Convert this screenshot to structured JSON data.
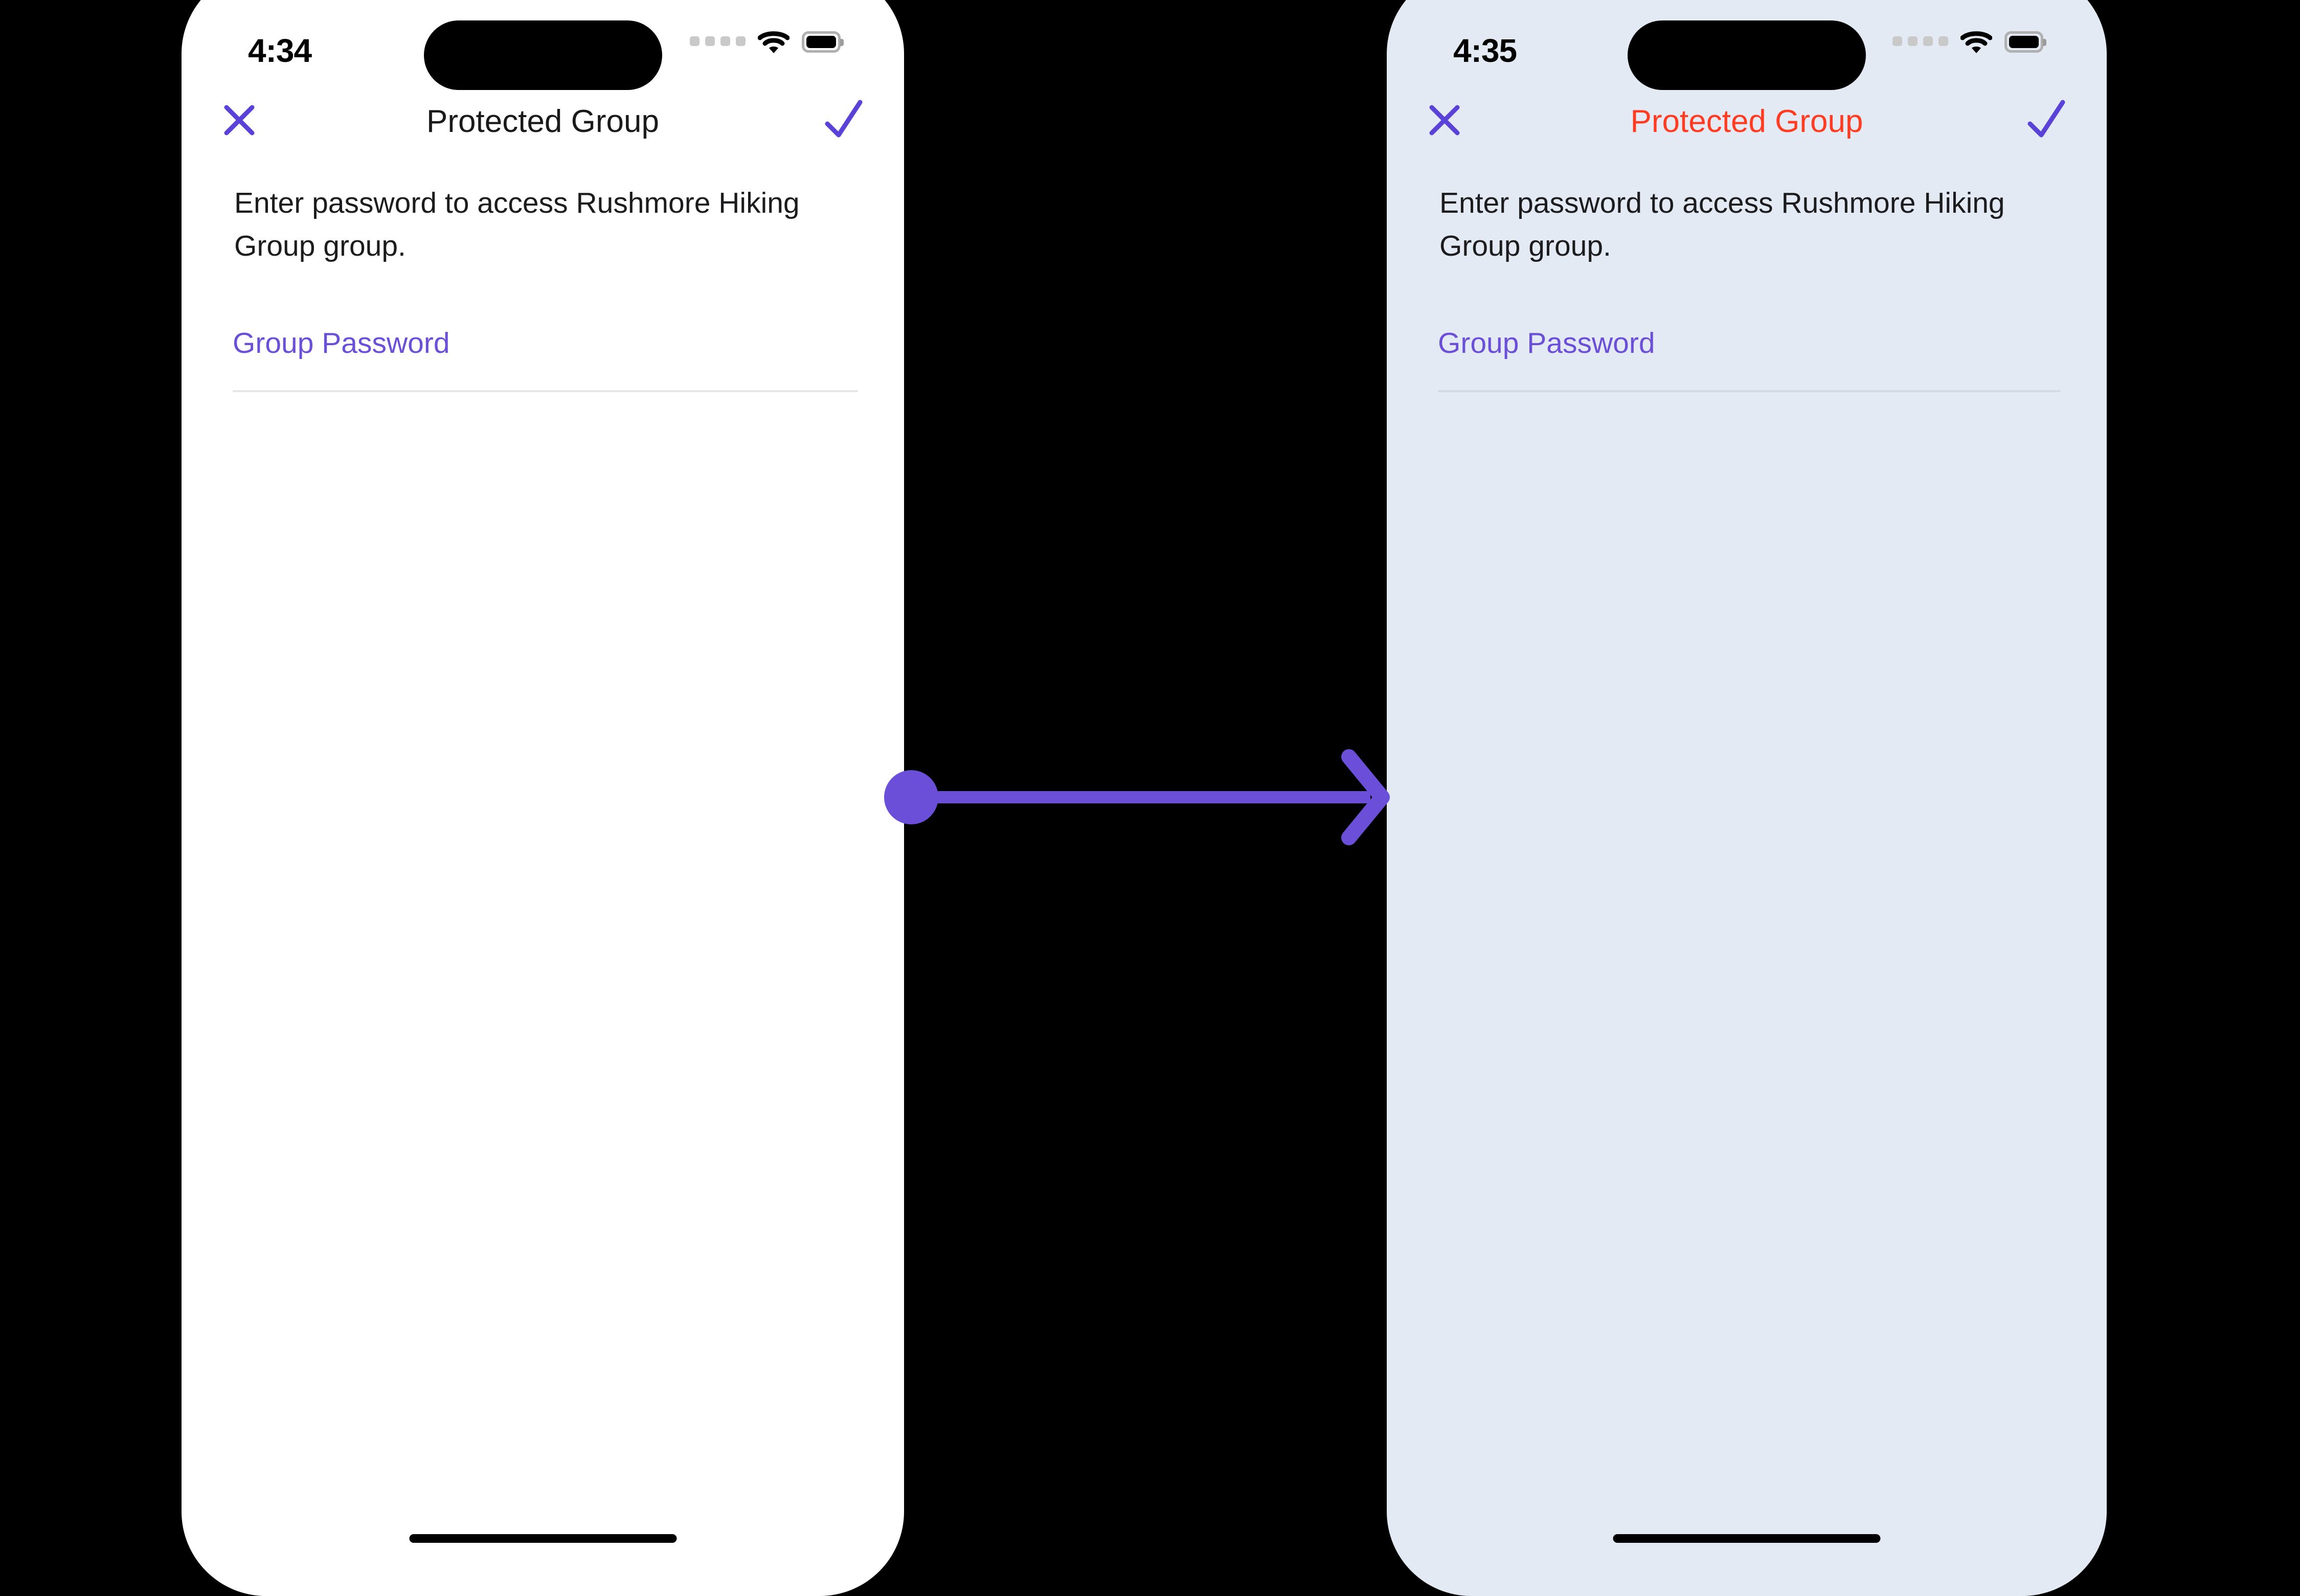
{
  "accent": {
    "purple": "#6B4FD8",
    "alert_red": "#FF3B21",
    "screen_blue": "#E4EAF4",
    "screen_white": "#FFFFFF"
  },
  "annotation": {
    "type": "arrow",
    "color": "#6B4FD8",
    "start_marker": "dot",
    "end_marker": "chevron-arrowhead",
    "direction": "left-to-right"
  },
  "screens": [
    {
      "id": "before",
      "background": "#FFFFFF",
      "statusbar": {
        "time": "4:34",
        "cellular_icon": "cellular-dots-icon",
        "wifi_icon": "wifi-icon",
        "battery_icon": "battery-full-icon"
      },
      "navbar": {
        "title": "Protected Group",
        "title_state": "normal",
        "close_icon": "close-x-icon",
        "confirm_icon": "checkmark-icon"
      },
      "description": "Enter password to access Rushmore Hiking Group group.",
      "field": {
        "label": "Group Password",
        "value": "",
        "placeholder": ""
      },
      "home_indicator": "home-indicator"
    },
    {
      "id": "after",
      "background": "#E4EAF4",
      "statusbar": {
        "time": "4:35",
        "cellular_icon": "cellular-dots-icon",
        "wifi_icon": "wifi-icon",
        "battery_icon": "battery-full-icon"
      },
      "navbar": {
        "title": "Protected Group",
        "title_state": "error",
        "close_icon": "close-x-icon",
        "confirm_icon": "checkmark-icon"
      },
      "description": "Enter password to access Rushmore Hiking Group group.",
      "field": {
        "label": "Group Password",
        "value": "",
        "placeholder": ""
      },
      "home_indicator": "home-indicator"
    }
  ]
}
